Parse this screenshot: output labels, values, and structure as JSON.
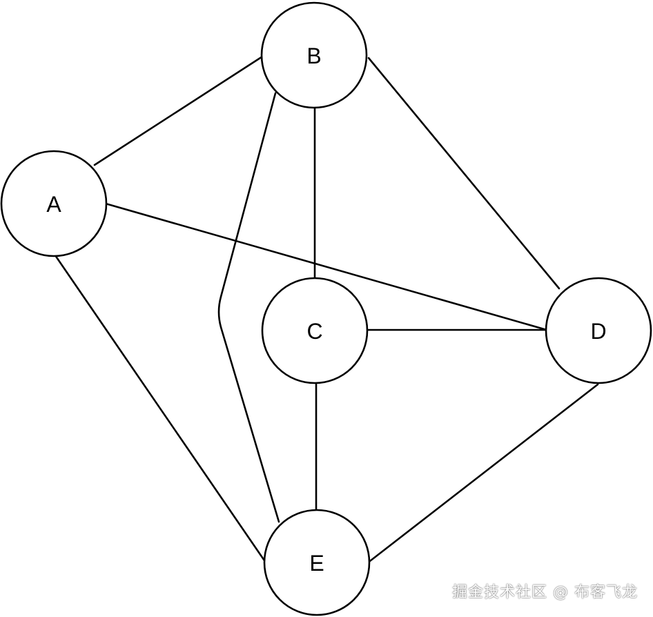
{
  "diagram": {
    "nodes": [
      {
        "id": "A",
        "label": "A"
      },
      {
        "id": "B",
        "label": "B"
      },
      {
        "id": "C",
        "label": "C"
      },
      {
        "id": "D",
        "label": "D"
      },
      {
        "id": "E",
        "label": "E"
      }
    ],
    "edges": [
      {
        "from": "A",
        "to": "B"
      },
      {
        "from": "A",
        "to": "D"
      },
      {
        "from": "A",
        "to": "E"
      },
      {
        "from": "B",
        "to": "C"
      },
      {
        "from": "B",
        "to": "D"
      },
      {
        "from": "B",
        "to": "E"
      },
      {
        "from": "C",
        "to": "D"
      },
      {
        "from": "C",
        "to": "E"
      },
      {
        "from": "D",
        "to": "E"
      }
    ],
    "colors": {
      "stroke": "#000000",
      "background": "#ffffff"
    }
  },
  "watermark": {
    "text": "掘金技术社区 @ 布客飞龙"
  }
}
